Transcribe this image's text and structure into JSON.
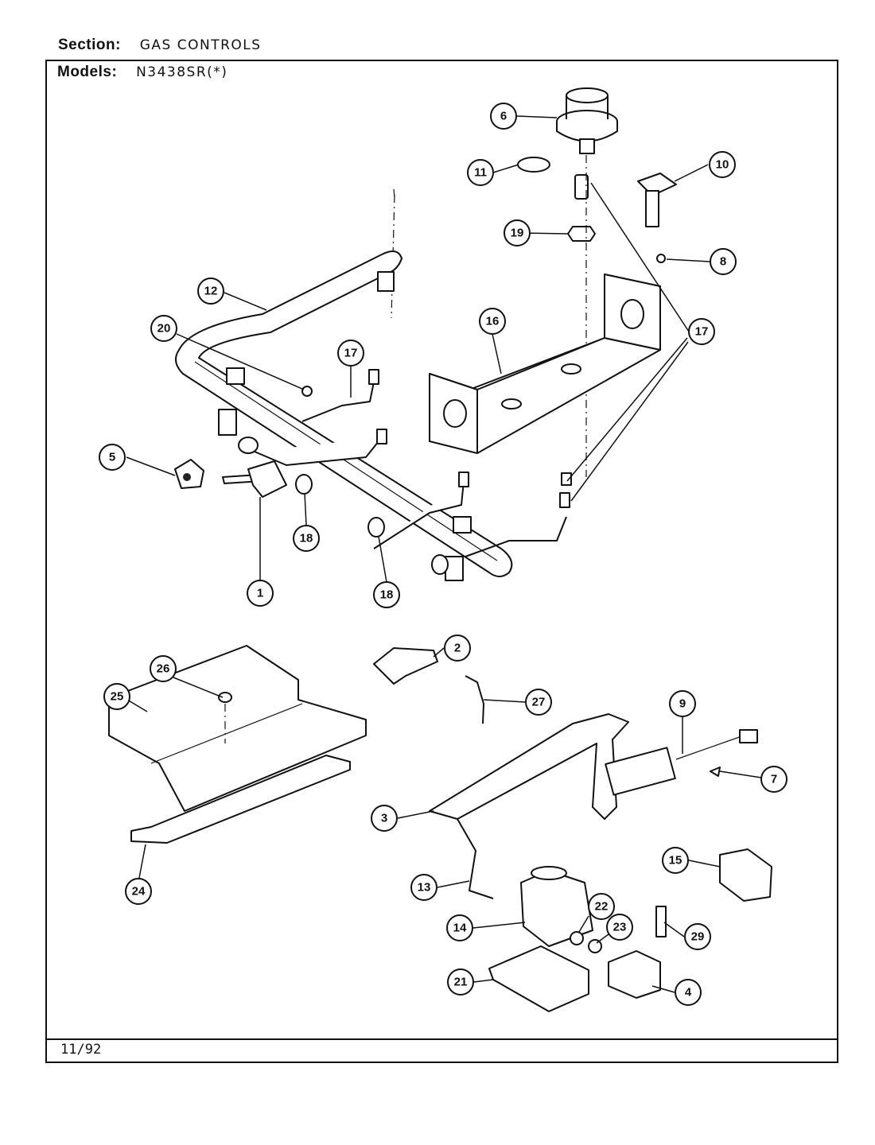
{
  "header": {
    "section_label": "Section:",
    "section_value": "GAS CONTROLS",
    "models_label": "Models:",
    "models_value": "N3438SR(*)"
  },
  "footer": {
    "date": "11/92"
  },
  "callouts": [
    {
      "id": "c1",
      "label": "1"
    },
    {
      "id": "c2",
      "label": "2"
    },
    {
      "id": "c3",
      "label": "3"
    },
    {
      "id": "c4",
      "label": "4"
    },
    {
      "id": "c5",
      "label": "5"
    },
    {
      "id": "c6",
      "label": "6"
    },
    {
      "id": "c7",
      "label": "7"
    },
    {
      "id": "c8",
      "label": "8"
    },
    {
      "id": "c9",
      "label": "9"
    },
    {
      "id": "c10",
      "label": "10"
    },
    {
      "id": "c11",
      "label": "11"
    },
    {
      "id": "c12",
      "label": "12"
    },
    {
      "id": "c13",
      "label": "13"
    },
    {
      "id": "c14",
      "label": "14"
    },
    {
      "id": "c15",
      "label": "15"
    },
    {
      "id": "c16",
      "label": "16"
    },
    {
      "id": "c17a",
      "label": "17"
    },
    {
      "id": "c17b",
      "label": "17"
    },
    {
      "id": "c18a",
      "label": "18"
    },
    {
      "id": "c18b",
      "label": "18"
    },
    {
      "id": "c19",
      "label": "19"
    },
    {
      "id": "c20",
      "label": "20"
    },
    {
      "id": "c21",
      "label": "21"
    },
    {
      "id": "c22",
      "label": "22"
    },
    {
      "id": "c23",
      "label": "23"
    },
    {
      "id": "c24",
      "label": "24"
    },
    {
      "id": "c25",
      "label": "25"
    },
    {
      "id": "c26",
      "label": "26"
    },
    {
      "id": "c27",
      "label": "27"
    },
    {
      "id": "c29",
      "label": "29"
    }
  ]
}
